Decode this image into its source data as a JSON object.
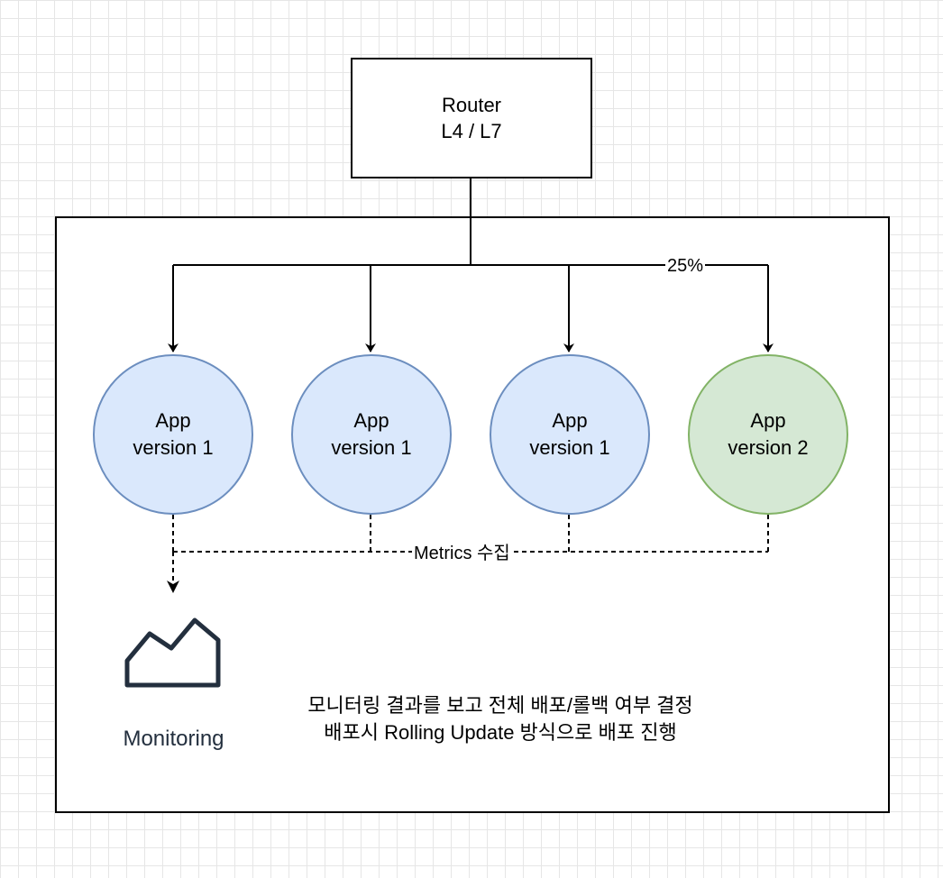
{
  "router": {
    "line1": "Router",
    "line2": "L4 / L7"
  },
  "apps": [
    {
      "line1": "App",
      "line2": "version 1"
    },
    {
      "line1": "App",
      "line2": "version 1"
    },
    {
      "line1": "App",
      "line2": "version 1"
    },
    {
      "line1": "App",
      "line2": "version 2"
    }
  ],
  "edges": {
    "canary_label": "25%",
    "metrics_label": "Metrics 수집"
  },
  "monitoring": {
    "label": "Monitoring",
    "icon": "monitoring-chart-icon"
  },
  "note": {
    "line1": "모니터링 결과를 보고 전체 배포/롤백 여부 결정",
    "line2": "배포시 Rolling Update 방식으로 배포 진행"
  },
  "colors": {
    "v1_fill": "#dae8fc",
    "v1_stroke": "#6c8ebf",
    "v2_fill": "#d5e8d4",
    "v2_stroke": "#82b366",
    "monitoring": "#232f3e"
  }
}
